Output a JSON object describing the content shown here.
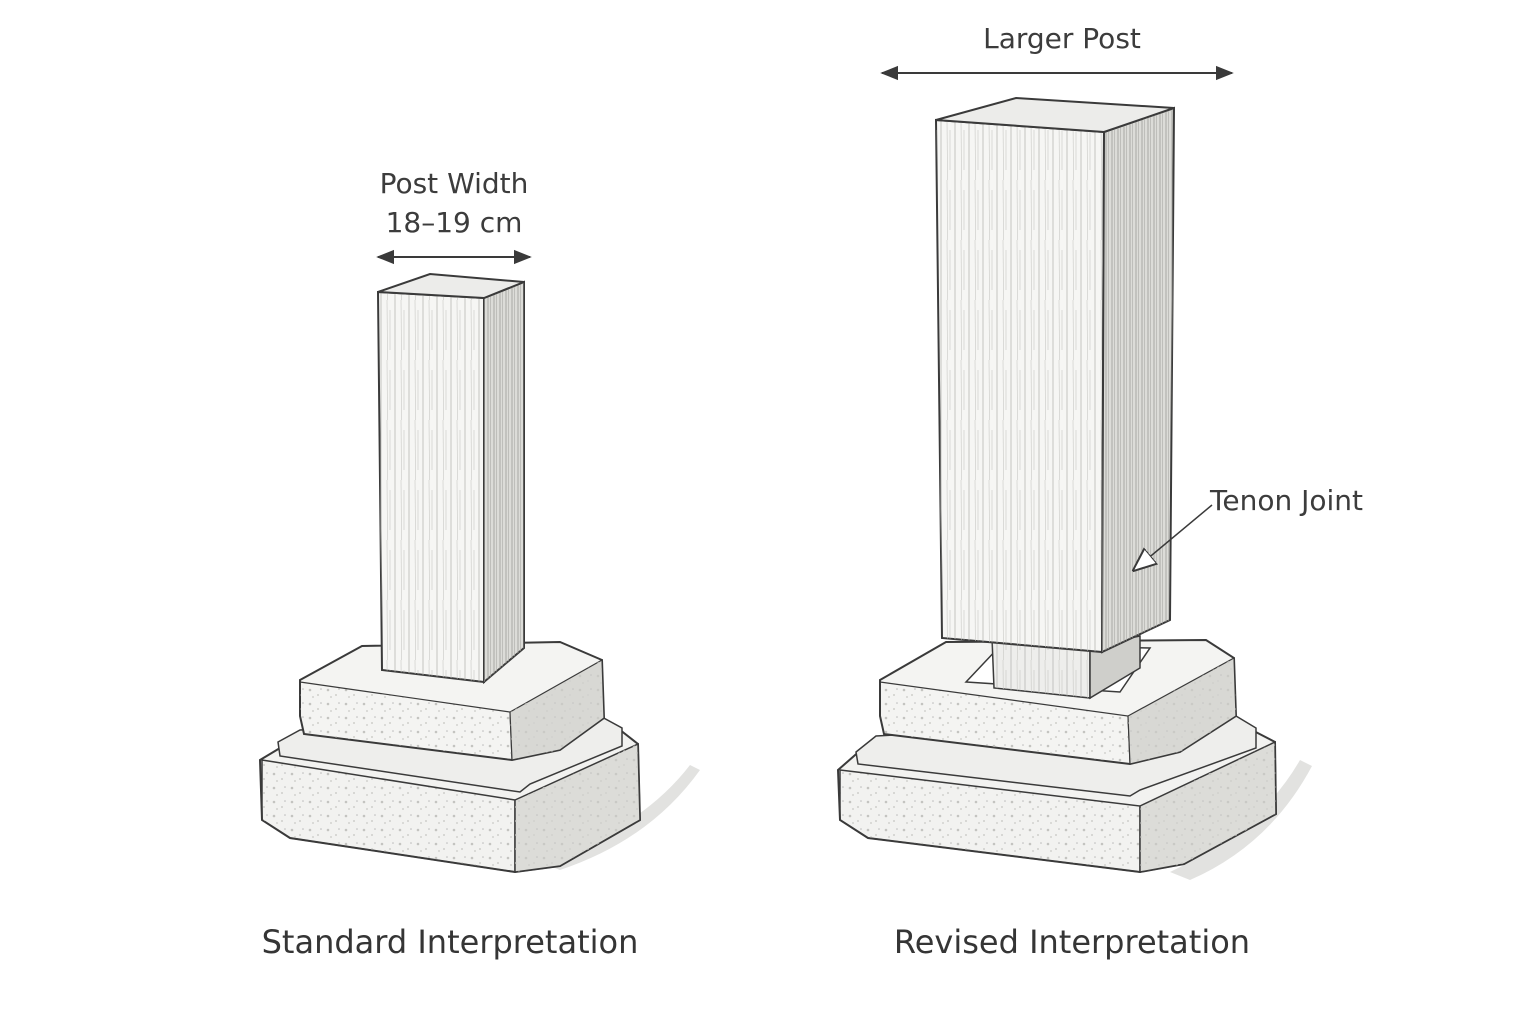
{
  "left": {
    "dimension_line1": "Post Width",
    "dimension_line2": "18–19 cm",
    "caption": "Standard Interpretation"
  },
  "right": {
    "dimension_label": "Larger Post",
    "callout": "Tenon Joint",
    "caption": "Revised Interpretation"
  },
  "colors": {
    "ink": "#3a3a3a",
    "wood_front": "#f6f6f4",
    "wood_side": "#dcdcd8",
    "wood_top": "#ececea",
    "stone_light": "#f2f2f0",
    "stone_shade": "#d6d6d3"
  }
}
